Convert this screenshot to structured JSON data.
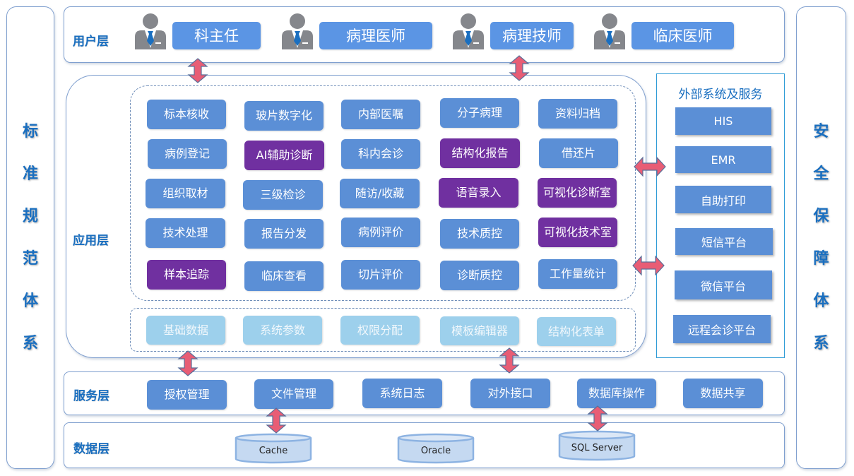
{
  "side_left": {
    "chars": [
      "标",
      "准",
      "规",
      "范",
      "体",
      "系"
    ]
  },
  "side_right": {
    "chars": [
      "安",
      "全",
      "保",
      "障",
      "体",
      "系"
    ]
  },
  "user_layer": {
    "label": "用户层",
    "roles": [
      {
        "label": "科主任",
        "color": "#ffc000"
      },
      {
        "label": "病理医师",
        "color": "#5b95e4"
      },
      {
        "label": "病理技师",
        "color": "#5b95e4"
      },
      {
        "label": "临床医师",
        "color": "#5b95e4"
      }
    ]
  },
  "app_layer": {
    "label": "应用层",
    "modules": [
      [
        "标本核收",
        "玻片数字化",
        "内部医嘱",
        "分子病理",
        "资料归档"
      ],
      [
        "病例登记",
        "AI辅助诊断",
        "科内会诊",
        "结构化报告",
        "借还片"
      ],
      [
        "组织取材",
        "三级检诊",
        "随访/收藏",
        "语音录入",
        "可视化诊断室"
      ],
      [
        "技术处理",
        "报告分发",
        "病例评价",
        "技术质控",
        "可视化技术室"
      ],
      [
        "样本追踪",
        "临床查看",
        "切片评价",
        "诊断质控",
        "工作量统计"
      ]
    ],
    "highlighted_modules": [
      "AI辅助诊断",
      "结构化报告",
      "语音录入",
      "可视化诊断室",
      "可视化技术室",
      "样本追踪"
    ],
    "basic_modules": [
      "基础数据",
      "系统参数",
      "权限分配",
      "模板编辑器",
      "结构化表单"
    ]
  },
  "external": {
    "title": "外部系统及服务",
    "items": [
      "HIS",
      "EMR",
      "自助打印",
      "短信平台",
      "微信平台",
      "远程会诊平台"
    ]
  },
  "service_layer": {
    "label": "服务层",
    "items": [
      "授权管理",
      "文件管理",
      "系统日志",
      "对外接口",
      "数据库操作",
      "数据共享"
    ]
  },
  "data_layer": {
    "label": "数据层",
    "databases": [
      "Cache",
      "Oracle",
      "SQL Server"
    ]
  },
  "colors": {
    "accent_blue": "#5b8fd6",
    "highlight_purple": "#7030a0",
    "basic_light_blue": "#9dd0ec",
    "label_blue": "#1a6fc0",
    "arrow_red": "#e85d75"
  }
}
